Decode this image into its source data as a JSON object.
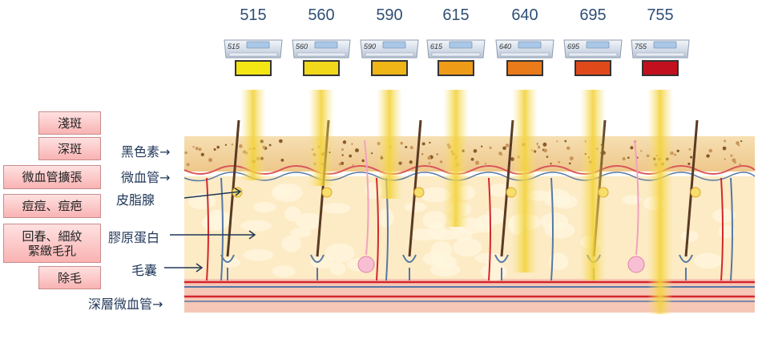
{
  "wavelengths": [
    {
      "nm": "515",
      "color": "#f4e514"
    },
    {
      "nm": "560",
      "color": "#f2d81a"
    },
    {
      "nm": "590",
      "color": "#f0b617"
    },
    {
      "nm": "615",
      "color": "#ee9c18"
    },
    {
      "nm": "640",
      "color": "#ea7b1a"
    },
    {
      "nm": "695",
      "color": "#e04a1b"
    },
    {
      "nm": "755",
      "color": "#c2101f"
    }
  ],
  "treatments": [
    "淺斑",
    "深斑",
    "微血管擴張",
    "痘痘、痘疤",
    "回春、細紋\n緊緻毛孔",
    "除毛"
  ],
  "labels": {
    "melanin": "黑色素→",
    "capillary": "微血管→",
    "sebaceous": "皮脂腺",
    "collagen": "膠原蛋白",
    "follicle": "毛囊",
    "deep_capillary": "深層微血管→"
  },
  "colors": {
    "epidermis": "#f1d29a",
    "dermis": "#fcebc4",
    "deep_layer": "#f6c7b6",
    "artery": "#d4262c",
    "vein": "#5677a6",
    "label_text": "#1f3658",
    "box_fill": "#f9b3b3"
  }
}
